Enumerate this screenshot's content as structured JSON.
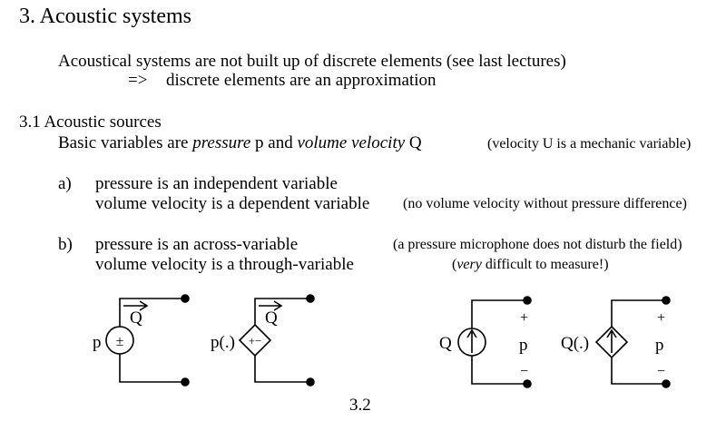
{
  "heading": "3. Acoustic systems",
  "intro": {
    "line1": "Acoustical systems are not built up of discrete elements (see last lectures)",
    "arrow": "=>",
    "line2": "discrete elements are an approximation"
  },
  "section": {
    "title": "3.1 Acoustic sources",
    "basic": {
      "prefix": "Basic variables are ",
      "pressure_word": "pressure",
      "mid": " p and ",
      "volume_word": "volume velocity",
      "suffix": " Q",
      "note": "(velocity U is a mechanic variable)"
    },
    "item_a": {
      "marker": "a)",
      "line1": "pressure is an independent variable",
      "line2": "volume velocity is a dependent variable",
      "note": "(no volume velocity without pressure difference)"
    },
    "item_b": {
      "marker": "b)",
      "line1": "pressure is an across-variable",
      "line2": "volume velocity is a through-variable",
      "note1": "(a pressure microphone does not disturb the field)",
      "note2_prefix": "(",
      "note2_italic": "very",
      "note2_rest": " difficult to measure!)"
    }
  },
  "circuits": [
    {
      "source_label": "p",
      "flow_label": "Q",
      "symbol": "±"
    },
    {
      "source_label": "p(.)",
      "flow_label": "Q",
      "symbol": "+−"
    },
    {
      "source_label": "Q",
      "plus": "+",
      "minus": "−",
      "across_label": "p"
    },
    {
      "source_label": "Q(.)",
      "plus": "+",
      "minus": "−",
      "across_label": "p"
    }
  ],
  "page_number": "3.2"
}
